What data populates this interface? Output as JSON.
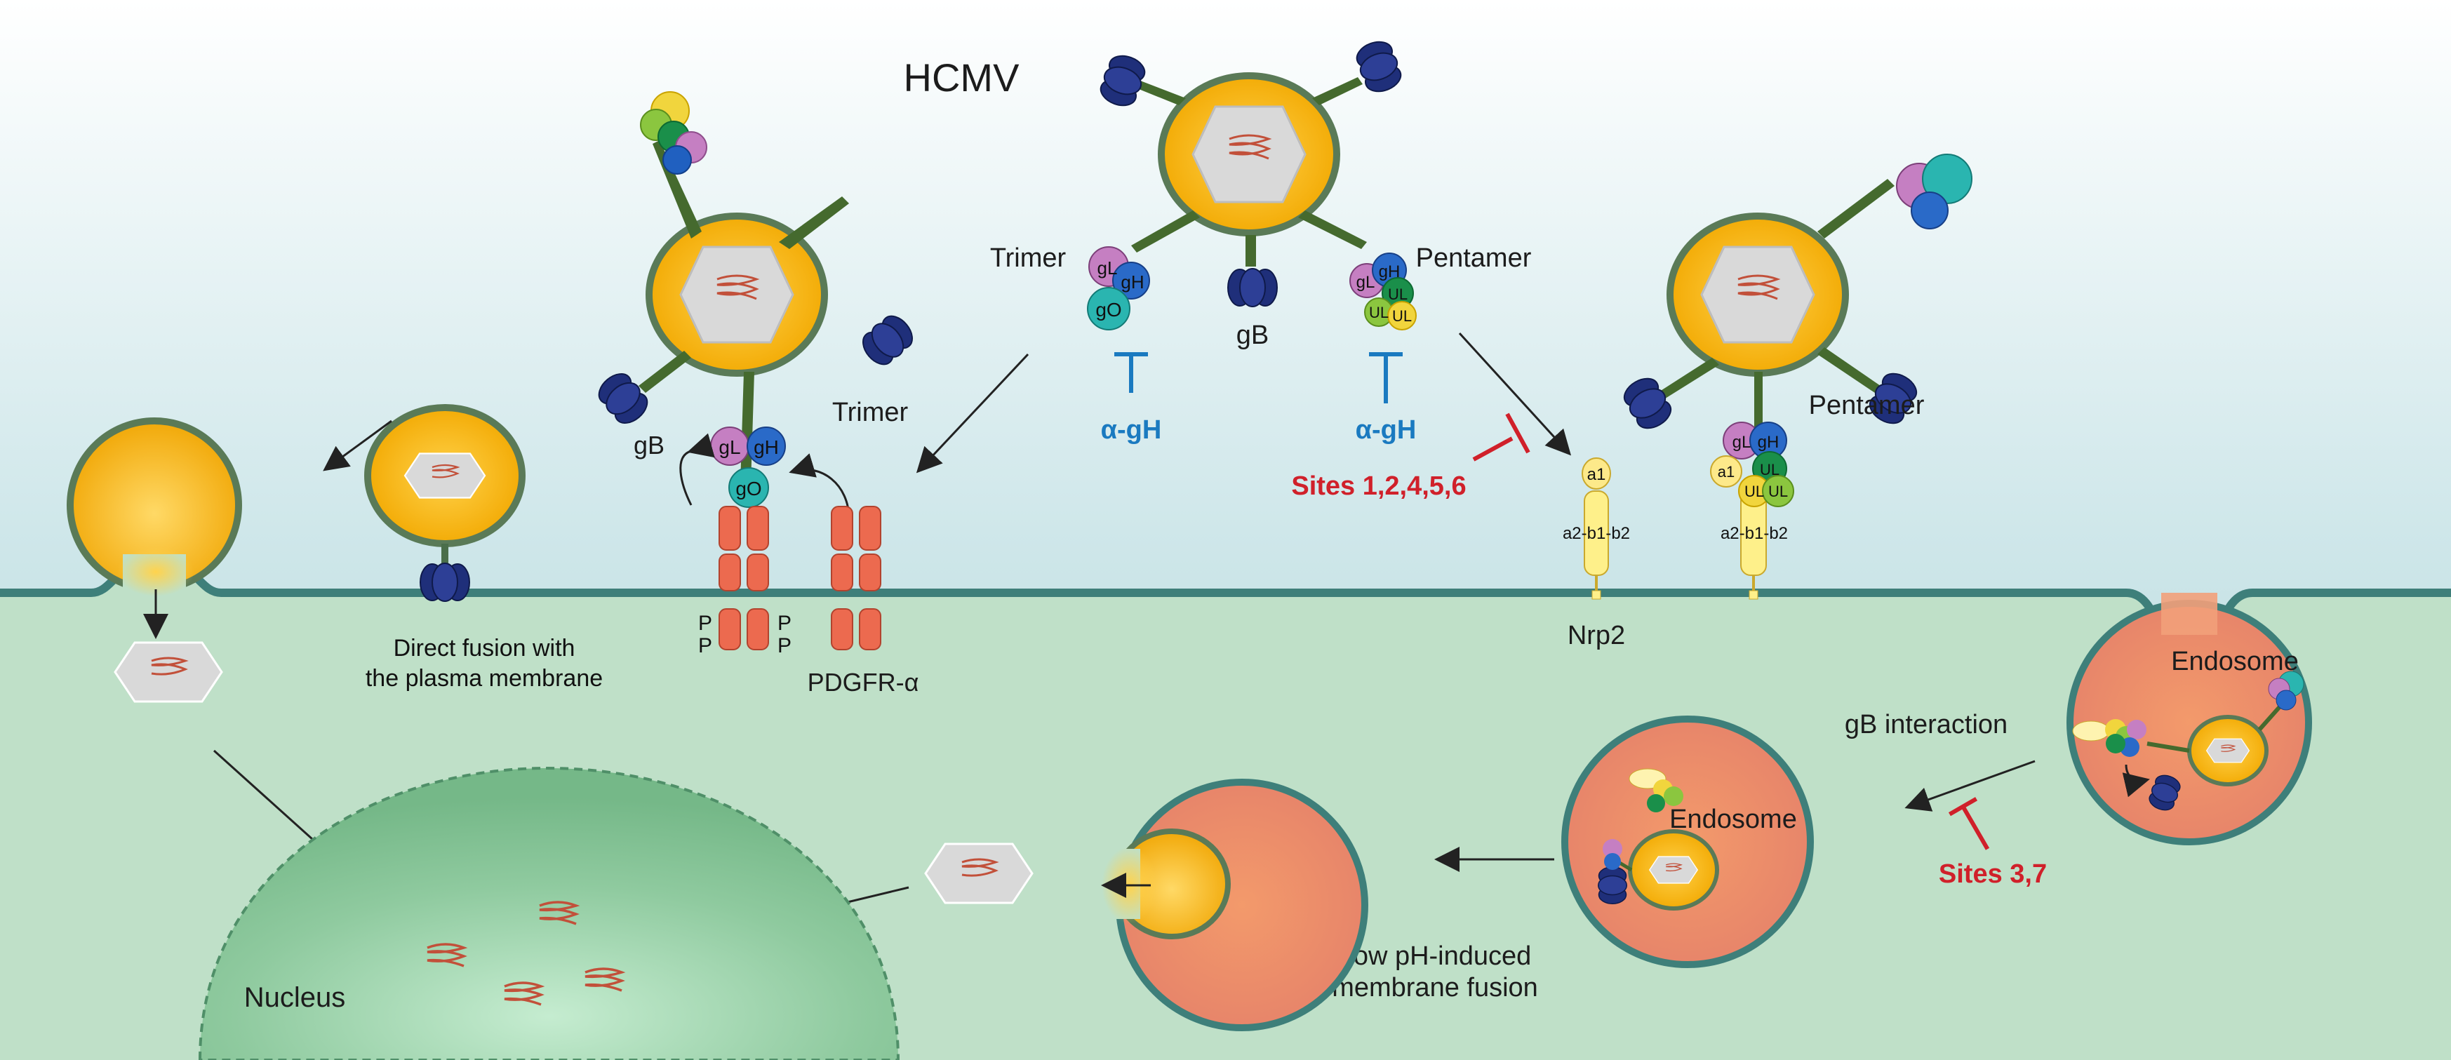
{
  "labels": {
    "hcmv": "HCMV",
    "trimer_top": "Trimer",
    "pentamer_top": "Pentamer",
    "gb_top": "gB",
    "anti_gh_1": "α-gH",
    "anti_gh_2": "α-gH",
    "sites_a": "Sites 1,2,4,5,6",
    "trimer_left": "Trimer",
    "gb_left": "gB",
    "pentamer_right": "Pentamer",
    "direct_fusion_1": "Direct fusion with",
    "direct_fusion_2": "the plasma membrane",
    "pdgfr": "PDGFR-α",
    "nrp2": "Nrp2",
    "a1": "a1",
    "a2b1b2": "a2-b1-b2",
    "a1_right": "a1",
    "a2b1b2_right": "a2-b1-b2",
    "endosome_right": "Endosome",
    "endosome_mid": "Endosome",
    "gb_interaction": "gB interaction",
    "sites_b": "Sites 3,7",
    "low_ph_1": "Low pH-induced",
    "low_ph_2": "membrane fusion",
    "nucleus": "Nucleus",
    "p1": "P",
    "p2": "P",
    "p3": "P",
    "p4": "P",
    "gL": "gL",
    "gH": "gH",
    "gO": "gO",
    "gL2": "gL",
    "gH2": "gH",
    "gO2": "gO",
    "gL3": "gL",
    "gH3": "gH",
    "UL1": "UL",
    "UL2": "UL",
    "UL3": "UL",
    "gL4": "gL",
    "gH4": "gH",
    "UL4": "UL",
    "UL5": "UL",
    "UL6": "UL"
  },
  "colors": {
    "envelope": "#f5b400",
    "capsid": "#d9d9d9",
    "membrane": "#3e7f7a",
    "cytoplasm": "#b9dcc6",
    "endosome": "#ef9a6a",
    "nucleus": "#8ec79c",
    "inhibitor_red": "#d0202a",
    "antibody_blue": "#1a7ac0",
    "gB_navy": "#1f2f7a",
    "receptor": "#ec6a4f"
  }
}
